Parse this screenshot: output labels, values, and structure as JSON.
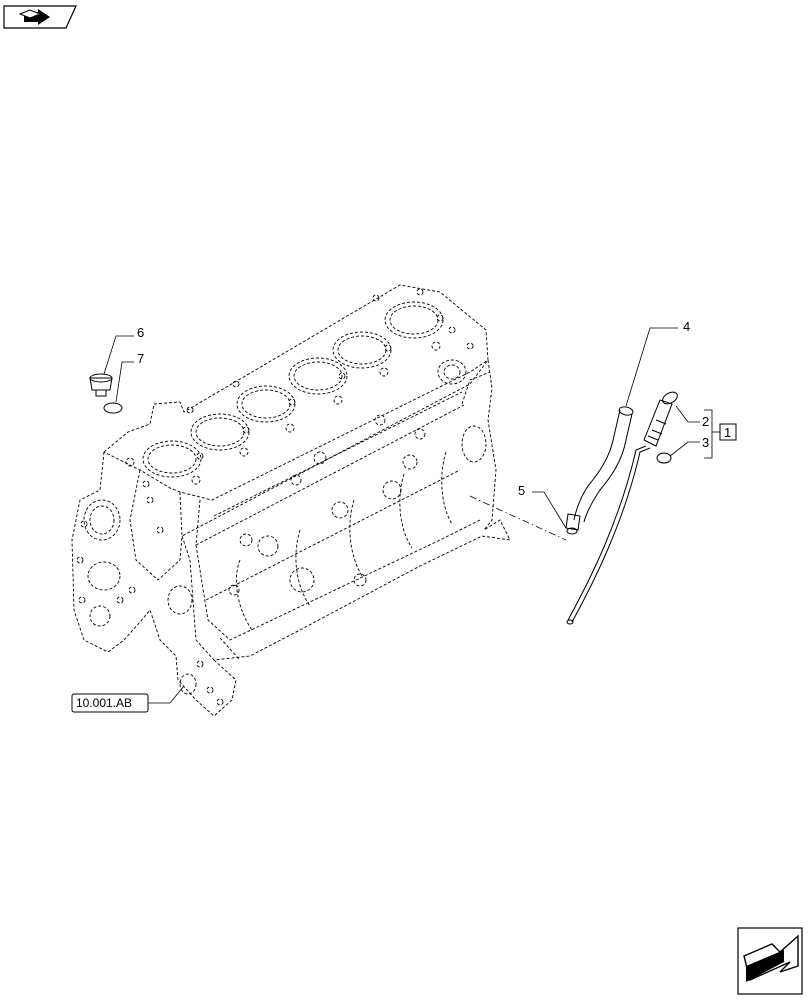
{
  "callouts": {
    "c2": "2",
    "c3": "3",
    "c4": "4",
    "c5": "5",
    "c6": "6",
    "c7": "7",
    "kit": "1"
  },
  "reference": {
    "label": "10.001.AB"
  },
  "icons": {
    "top_left": "open-book-arrow-icon",
    "bottom_right": "next-page-arrow-icon"
  }
}
